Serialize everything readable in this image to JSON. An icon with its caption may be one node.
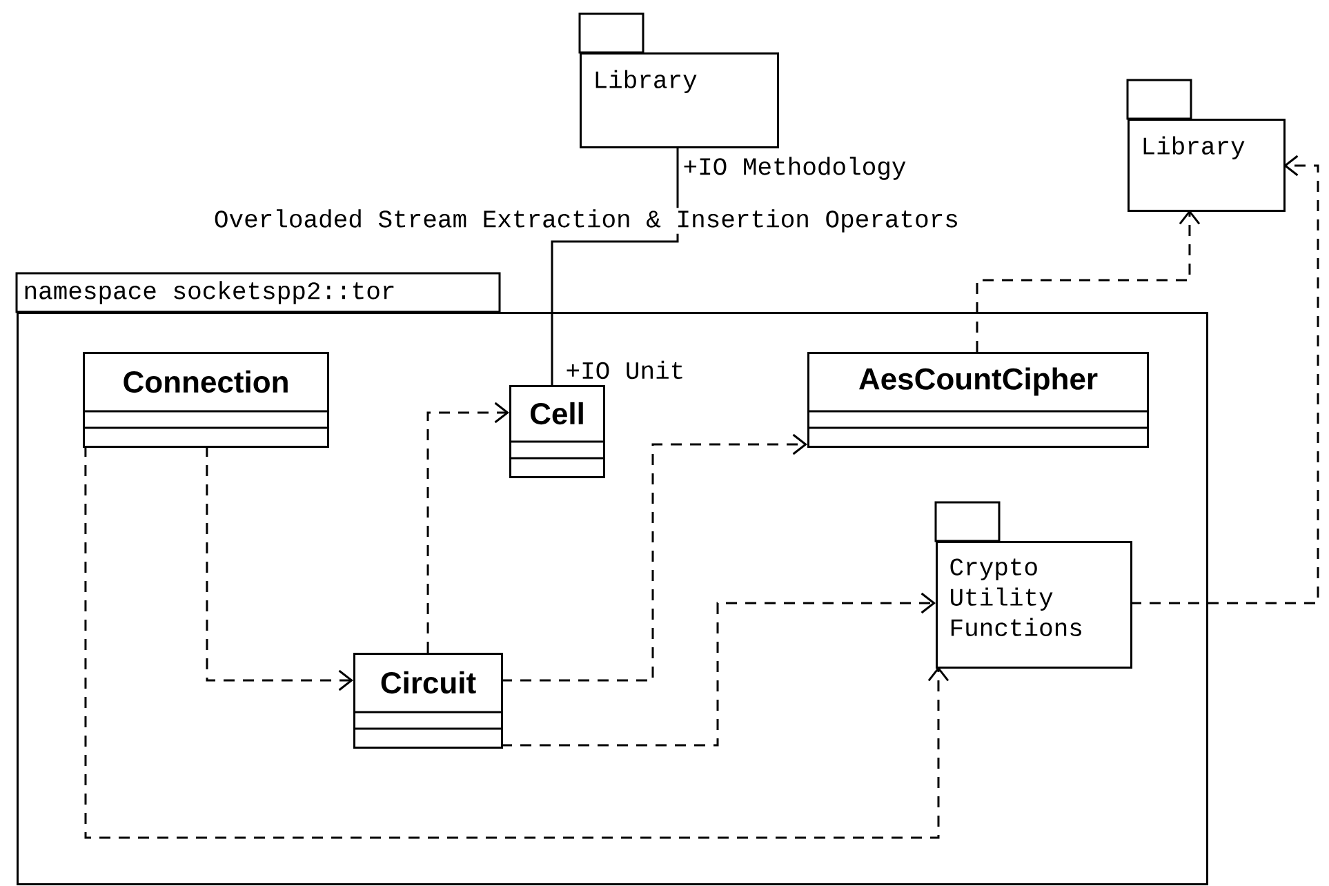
{
  "diagram": {
    "nodes": [
      {
        "text": [
          "Library"
        ]
      },
      {
        "text": [
          "Library"
        ]
      },
      {
        "text": [
          "namespace socketspp2::tor"
        ]
      },
      {
        "text": [
          "Connection"
        ],
        "in": 2
      },
      {
        "text": [
          "Cell"
        ],
        "in": 2
      },
      {
        "text": [
          "AesCountCipher"
        ],
        "in": 2
      },
      {
        "text": [
          "Crypto Utility Functions"
        ],
        "in": 2
      },
      {
        "text": [
          "Circuit"
        ],
        "in": 2
      }
    ],
    "edges": [
      {
        "from": 0,
        "to": 4,
        "arrow": "none",
        "label": "Overloaded Stream Extraction & Insertion Operators"
      },
      {
        "from": 3,
        "to": 7,
        "arrow": "to",
        "style": "dashed"
      },
      {
        "from": 7,
        "to": 4,
        "arrow": "to",
        "style": "dashed"
      },
      {
        "from": 7,
        "to": 5,
        "arrow": "to",
        "style": "dashed"
      },
      {
        "from": 7,
        "to": 6,
        "arrow": "to",
        "style": "dashed"
      },
      {
        "from": 3,
        "to": 6,
        "arrow": "to",
        "style": "dashed"
      },
      {
        "from": 5,
        "to": 1,
        "arrow": "to",
        "style": "dashed"
      },
      {
        "from": 6,
        "to": 1,
        "arrow": "to",
        "style": "dashed"
      }
    ],
    "labels": [
      "+IO Methodology",
      "+IO Unit"
    ]
  }
}
